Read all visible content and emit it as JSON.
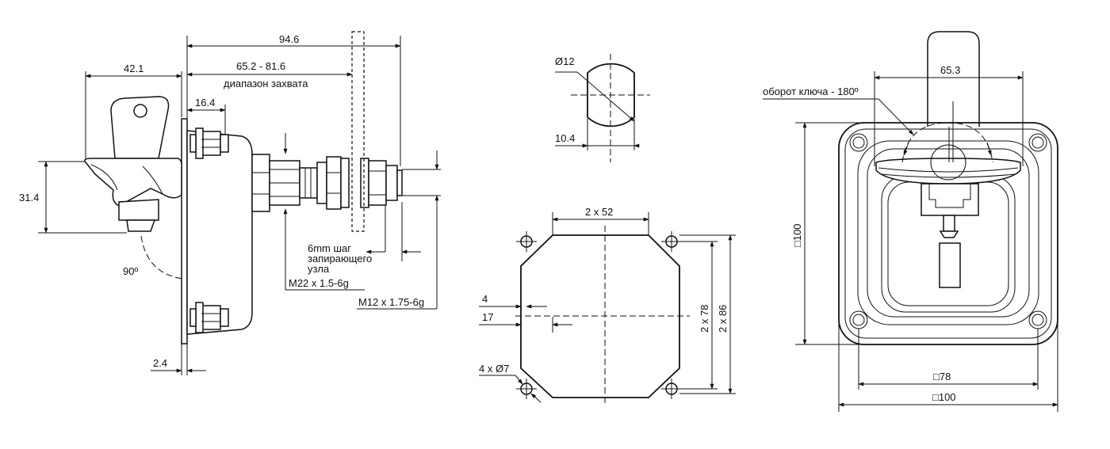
{
  "side_view": {
    "dim_overall": "94.6",
    "dim_grip_range": "65.2 - 81.6",
    "grip_range_caption": "диапазон захвата",
    "dim_key_reach": "42.1",
    "dim_terminal_offset": "16.4",
    "dim_key_height": "31.4",
    "key_angle": "90º",
    "dim_plate_thickness": "2.4",
    "lock_step_line1": "6mm шаг",
    "lock_step_line2": "запирающего",
    "lock_step_line3": "узла",
    "thread_large": "M22 x 1.5-6g",
    "thread_small": "M12 x 1.75-6g"
  },
  "shaft_section": {
    "diameter": "Ø12",
    "flat_width": "10.4"
  },
  "mounting_template": {
    "dim_top_width": "2 x 52",
    "dim_inner_height": "2 x 78",
    "dim_outer_height": "2 x 86",
    "dim_offset_small": "4",
    "dim_offset_large": "17",
    "holes": "4 x Ø7"
  },
  "front_view": {
    "key_turn": "оборот ключа - 180º",
    "dim_key_width": "65.3",
    "dim_height": "□100",
    "dim_hole_spacing": "□78",
    "dim_width": "□100"
  }
}
